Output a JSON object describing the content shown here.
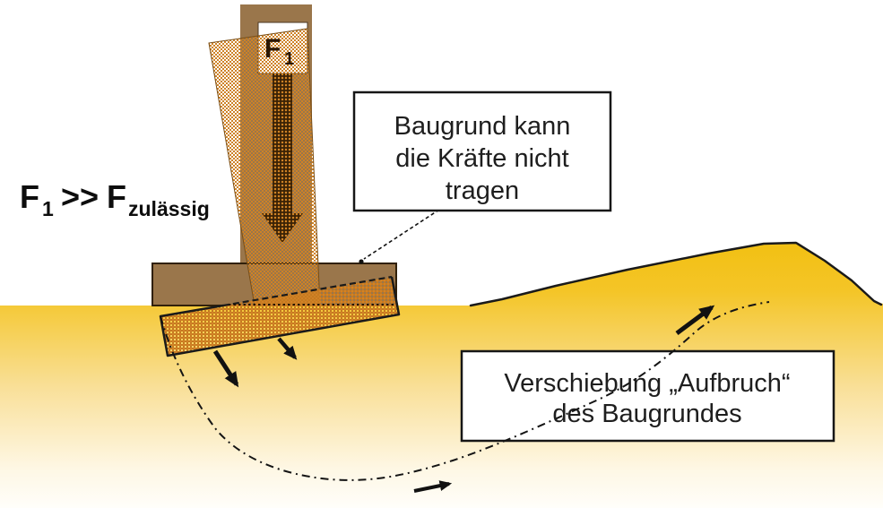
{
  "diagram": {
    "force_inequality": {
      "f1_base": "F",
      "f1_sub": "1",
      "operator": ">>",
      "f2_base": "F",
      "f2_sub": "zulässig"
    },
    "applied_force": {
      "base": "F",
      "sub": "1"
    },
    "callout_soil_capacity": {
      "line1": "Baugrund kann",
      "line2": "die Kräfte nicht",
      "line3": "tragen"
    },
    "callout_displacement": {
      "line1": "Verschiebung „Aufbruch“",
      "line2": "des Baugrundes"
    },
    "colors": {
      "ground_top": "#F2C013",
      "ground_bottom": "#FFFEFA",
      "pier_brown": "#9A764B",
      "hatch_orange": "#CE8226",
      "hatch_orange_dense": "#D28226",
      "arrow_dark_brown": "#3A2206",
      "outline_black": "#1A1A1A",
      "box_background": "#FFFFFF"
    }
  }
}
